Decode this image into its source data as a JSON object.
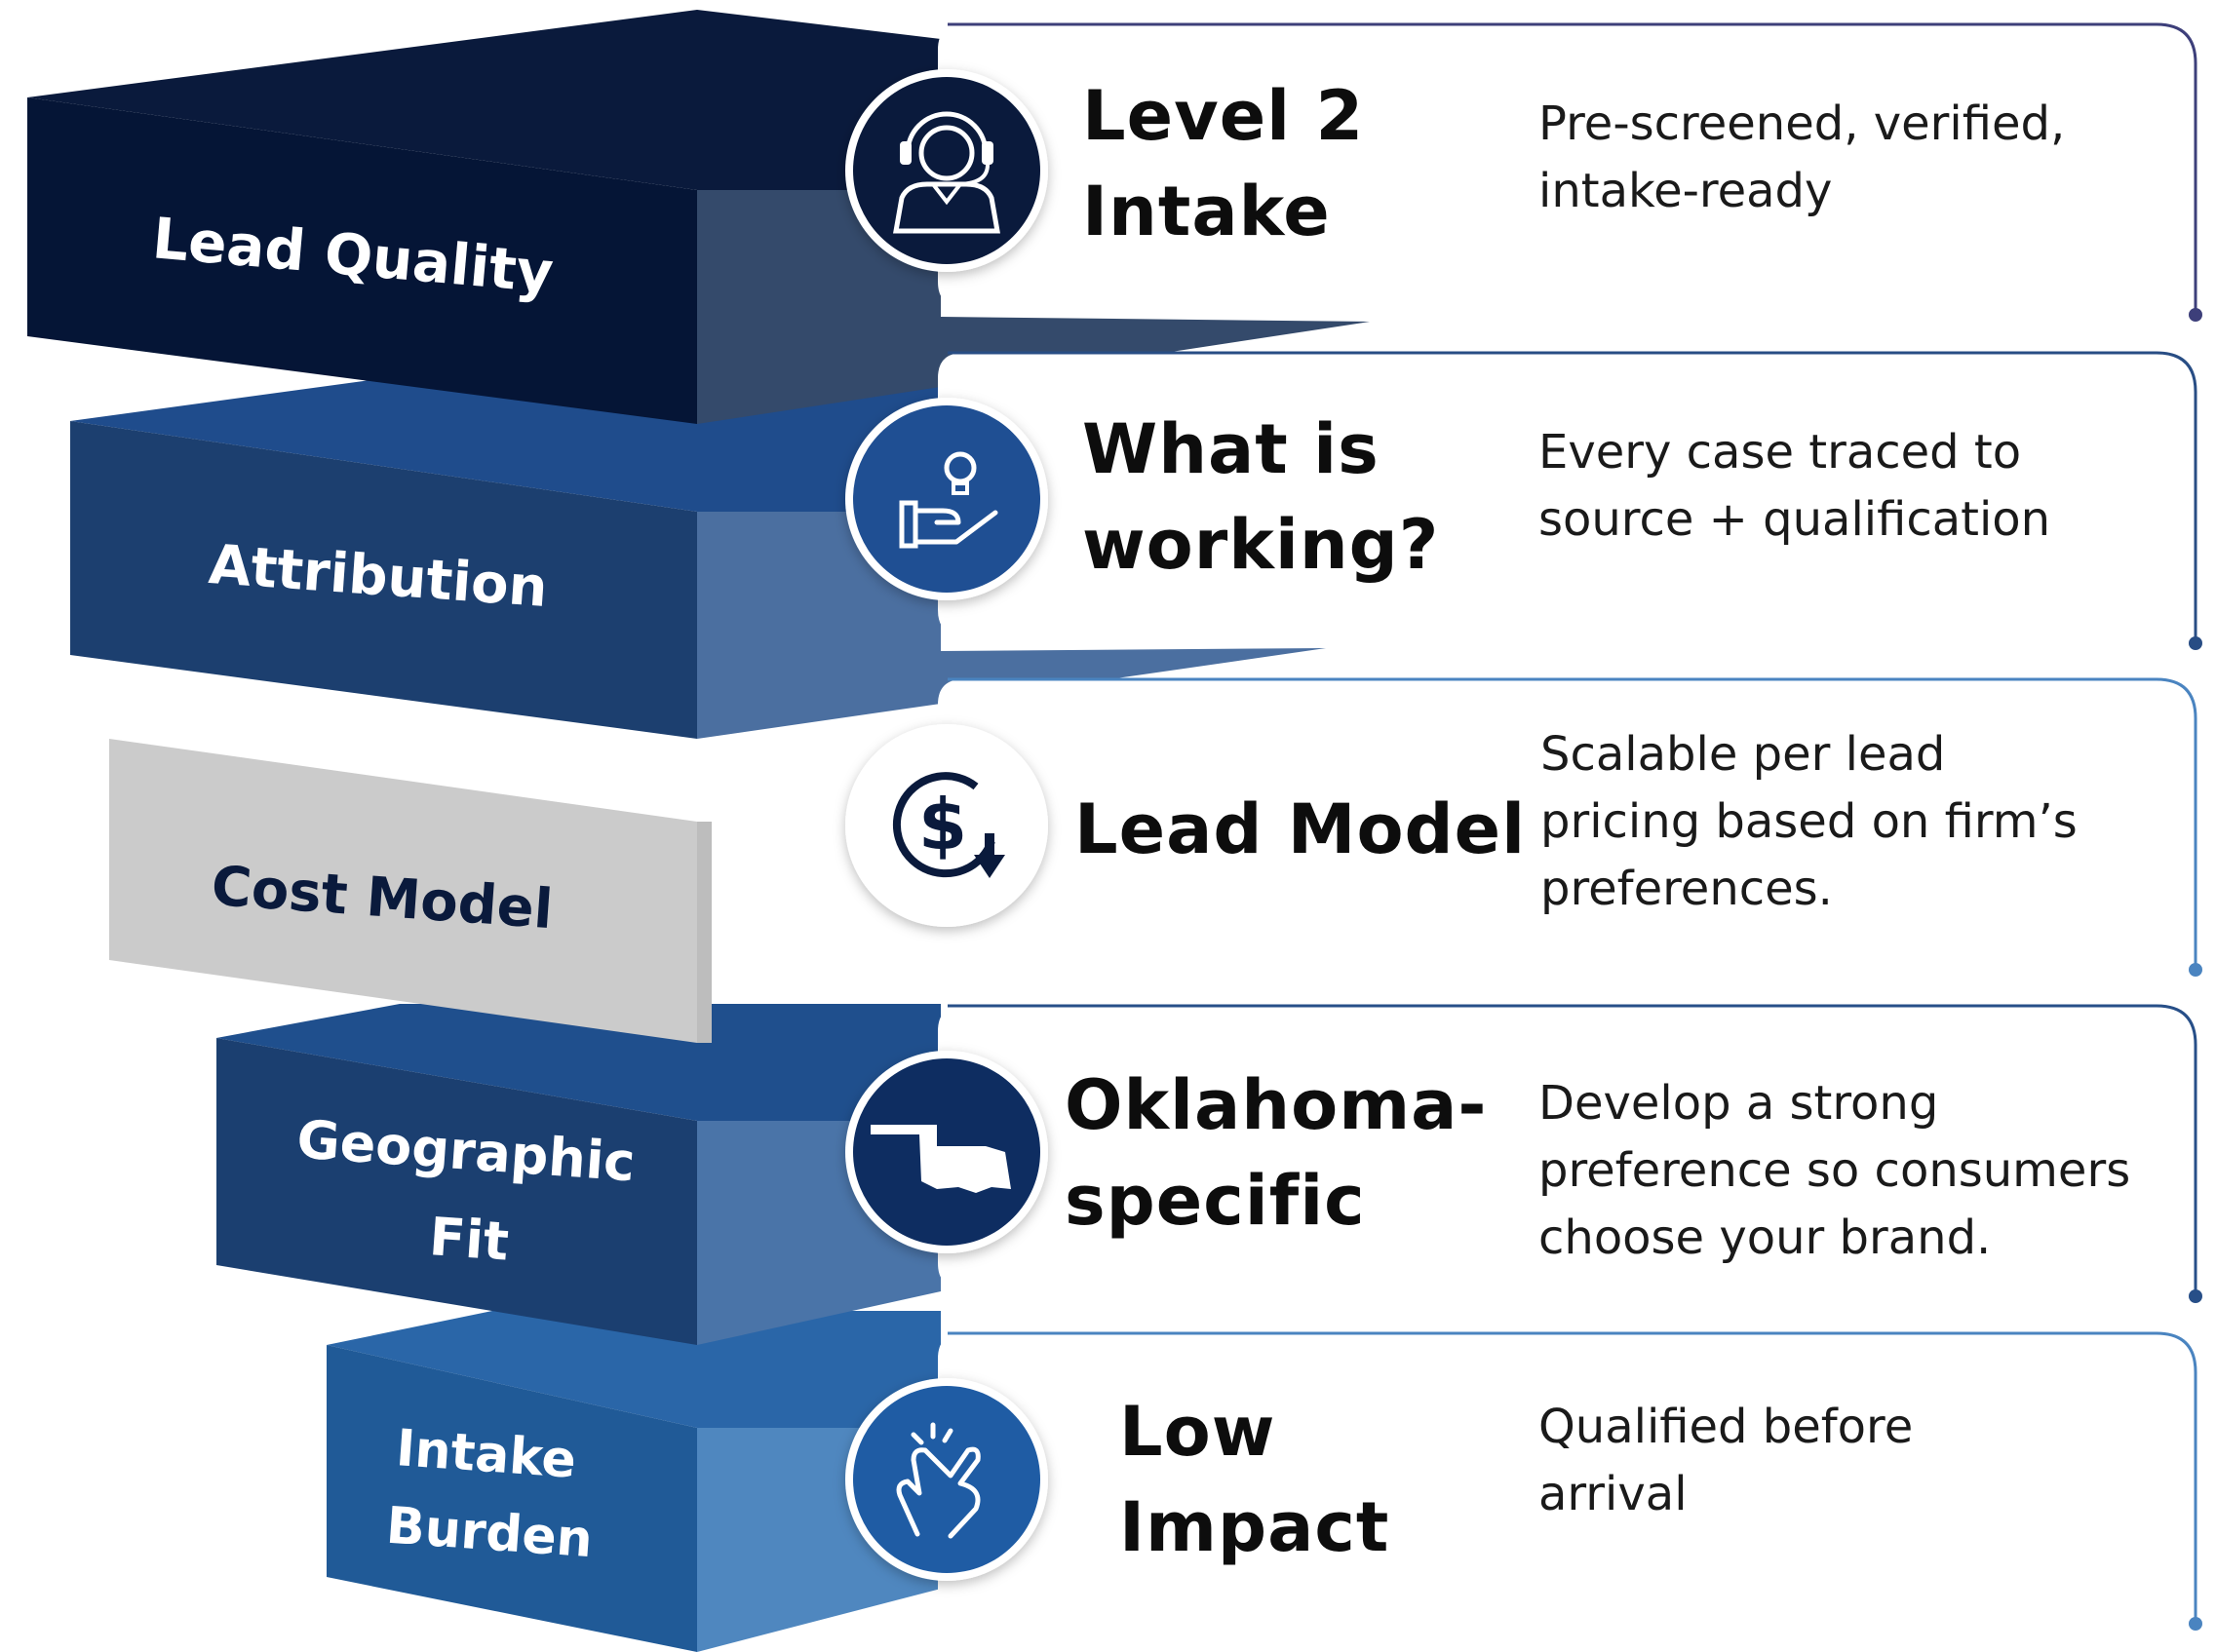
{
  "colors": {
    "navy": "#0a1a3c",
    "blue_dark": "#1c447d",
    "blue_mid": "#2a5b96",
    "blue_light": "#3b78b8",
    "gray": "#c9c9c9",
    "text_dark": "#0d0d0d",
    "background": "#ffffff"
  },
  "levels": [
    {
      "step_label": [
        "Lead Quality"
      ],
      "title": [
        "Level 2",
        "Intake"
      ],
      "description": [
        "Pre-screened, verified,",
        "intake-ready"
      ],
      "icon": "headset-agent-icon"
    },
    {
      "step_label": [
        "Attribution"
      ],
      "title": [
        "What is",
        "working?"
      ],
      "description": [
        "Every case traced to",
        "source + qualification"
      ],
      "icon": "lightbulb-hand-icon"
    },
    {
      "step_label": [
        "Cost Model"
      ],
      "title": [
        "Lead Model"
      ],
      "description": [
        "Scalable per lead",
        "pricing based on firm’s",
        "preferences."
      ],
      "icon": "dollar-cycle-icon"
    },
    {
      "step_label": [
        "Geographic",
        "Fit"
      ],
      "title": [
        "Oklahoma-",
        "specific"
      ],
      "description": [
        "Develop a strong",
        "preference so consumers",
        "choose your brand."
      ],
      "icon": "oklahoma-map-icon"
    },
    {
      "step_label": [
        "Intake",
        "Burden"
      ],
      "title": [
        "Low",
        "Impact"
      ],
      "description": [
        "Qualified before",
        "arrival"
      ],
      "icon": "snap-hand-icon"
    }
  ]
}
